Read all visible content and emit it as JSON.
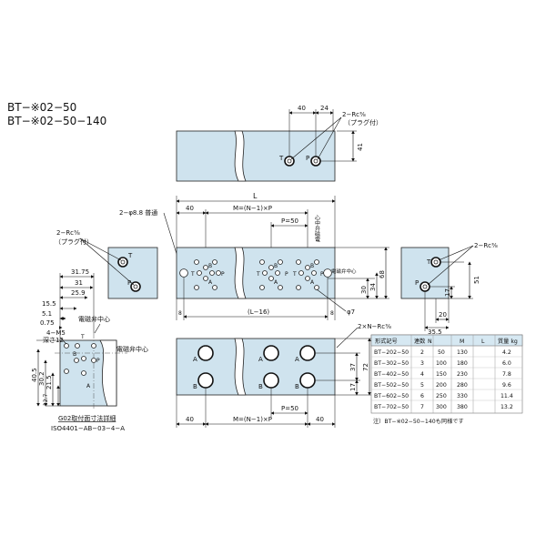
{
  "title": {
    "line1": "BT−※02−50",
    "line2": "BT−※02−50−140"
  },
  "top_view": {
    "dim_40": "40",
    "dim_24": "24",
    "dim_41": "41",
    "port_label": "2−Rc⅜",
    "plug_label": "（プラグ付）",
    "port_T": "T",
    "port_P": "P"
  },
  "mid_view": {
    "dim_L": "L",
    "thru_label": "2−φ8.8 普通",
    "dim_40": "40",
    "dim_pitch": "M=(N−1)×P",
    "dim_p50": "P=50",
    "valve_center_v": "心中弁磁電",
    "valve_center_h": "電磁弁中心",
    "dim_8a": "8",
    "dim_8b": "8",
    "dim_L16": "(L−16)",
    "phi7": "φ7",
    "dim_30": "30",
    "dim_34": "34",
    "dim_68": "68",
    "nport": "2×N−Rc⅜",
    "lbl_B": "B",
    "lbl_A": "A",
    "lbl_T": "T",
    "lbl_P": "P"
  },
  "left_end": {
    "port_label": "2−Rc⅜",
    "plug_label": "（プラグ付）",
    "port_T": "T",
    "port_P": "P"
  },
  "right_end": {
    "port_label": "2−Rc⅜",
    "dim_51": "51",
    "dim_17": "17",
    "dim_20": "20",
    "dim_35_5": "35.5",
    "port_T": "T",
    "port_P": "P"
  },
  "iso_detail": {
    "d31_75": "31.75",
    "d31": "31",
    "d25_9": "25.9",
    "d15_5": "15.5",
    "d5_1": "5.1",
    "d0_75": "0.75",
    "m5": "4−M5",
    "depth": "深さ12",
    "v40_5": "40.5",
    "v30_2": "30.2",
    "v21_5": "21.5",
    "v12_7": "12.7",
    "center_label1": "電磁弁中心",
    "center_label2": "電磁弁中心",
    "lbl_T": "T",
    "lbl_B": "B",
    "lbl_A": "A",
    "lbl_P": "P",
    "caption1": "G02取付面寸法詳細",
    "caption2": "ISO4401−AB−03−4−A"
  },
  "bottom_view": {
    "lbl_A": "A",
    "lbl_B": "B",
    "dim_37": "37",
    "dim_72": "72",
    "dim_17": "17",
    "dim_p50": "P=50",
    "dim_40a": "40",
    "dim_pitch": "M=(N−1)×P",
    "dim_40b": "40"
  },
  "table": {
    "headers": [
      "形式記号",
      "連数",
      "N",
      "M",
      "L",
      "質量 kg"
    ],
    "col_headers": [
      "形式記号",
      "連数 N",
      "M",
      "L",
      "質量 kg"
    ],
    "rows": [
      [
        "BT−202−50",
        "2",
        "50",
        "130",
        "4.2"
      ],
      [
        "BT−302−50",
        "3",
        "100",
        "180",
        "6.0"
      ],
      [
        "BT−402−50",
        "4",
        "150",
        "230",
        "7.8"
      ],
      [
        "BT−502−50",
        "5",
        "200",
        "280",
        "9.6"
      ],
      [
        "BT−602−50",
        "6",
        "250",
        "330",
        "11.4"
      ],
      [
        "BT−702−50",
        "7",
        "300",
        "380",
        "13.2"
      ]
    ],
    "note": "注）BT−※02−50−140も同様です"
  }
}
